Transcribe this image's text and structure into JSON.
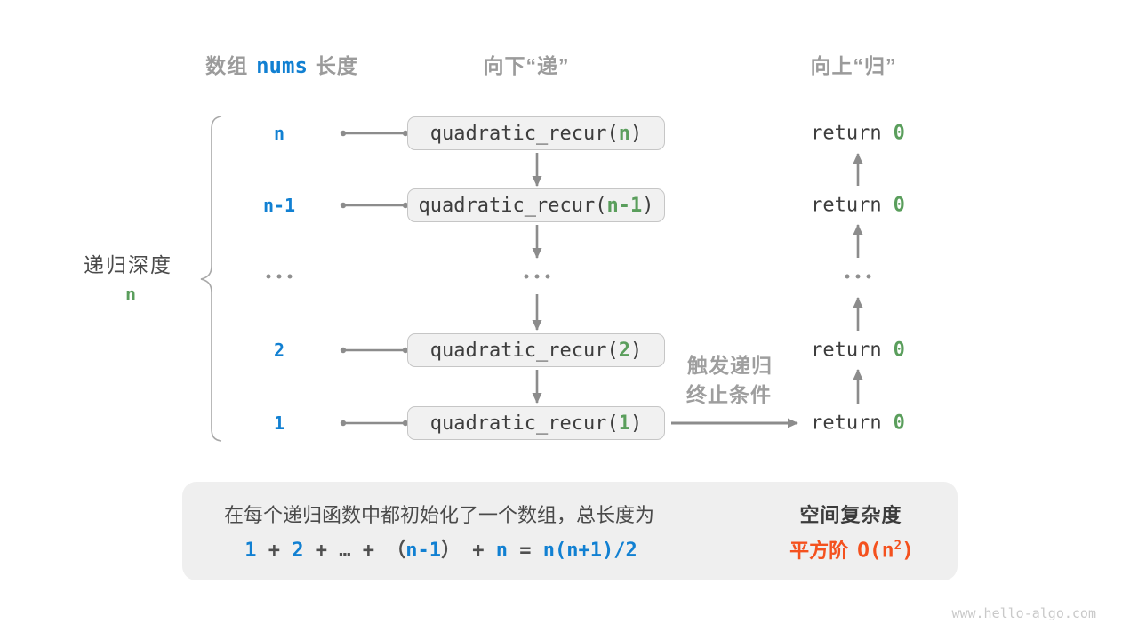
{
  "colors": {
    "blue": "#1180d2",
    "green": "#5a9e5c",
    "orange": "#f4511e",
    "gray_text": "#9b9b9b",
    "dark_text": "#3d3d3d",
    "arrow": "#8c8c8c"
  },
  "headers": {
    "array_label_prefix": "数组",
    "array_code": "nums",
    "array_label_suffix": "长度",
    "down": "向下“递”",
    "up": "向上“归”"
  },
  "depth_brace": {
    "label": "递归深度",
    "value": "n"
  },
  "call_stack": {
    "call_prefix": "quadratic_recur(",
    "call_suffix": ")",
    "return_keyword": "return",
    "return_value": "0",
    "rows": [
      {
        "depth": "n",
        "arg": "n"
      },
      {
        "depth": "n-1",
        "arg": "n-1"
      },
      {
        "depth": "…",
        "arg": "…",
        "ellipsis": true
      },
      {
        "depth": "2",
        "arg": "2"
      },
      {
        "depth": "1",
        "arg": "1"
      }
    ]
  },
  "annotation": {
    "line1": "触发递归",
    "line2": "终止条件"
  },
  "summary": {
    "description": "在每个递归函数中都初始化了一个数组，总长度为",
    "formula": [
      {
        "text": "1"
      },
      {
        "text": " + "
      },
      {
        "text": "2"
      },
      {
        "text": " + "
      },
      {
        "text": "…"
      },
      {
        "text": " + "
      },
      {
        "text": "（"
      },
      {
        "text": "n-1"
      },
      {
        "text": "）"
      },
      {
        "text": " + "
      },
      {
        "text": "n"
      },
      {
        "text": " = "
      },
      {
        "text": "n(n+1)/2"
      }
    ],
    "complexity_title": "空间复杂度",
    "complexity_class": "平方阶",
    "complexity_o_prefix": "O(n",
    "complexity_exponent": "2",
    "complexity_o_suffix": ")"
  },
  "watermark": "www.hello-algo.com"
}
